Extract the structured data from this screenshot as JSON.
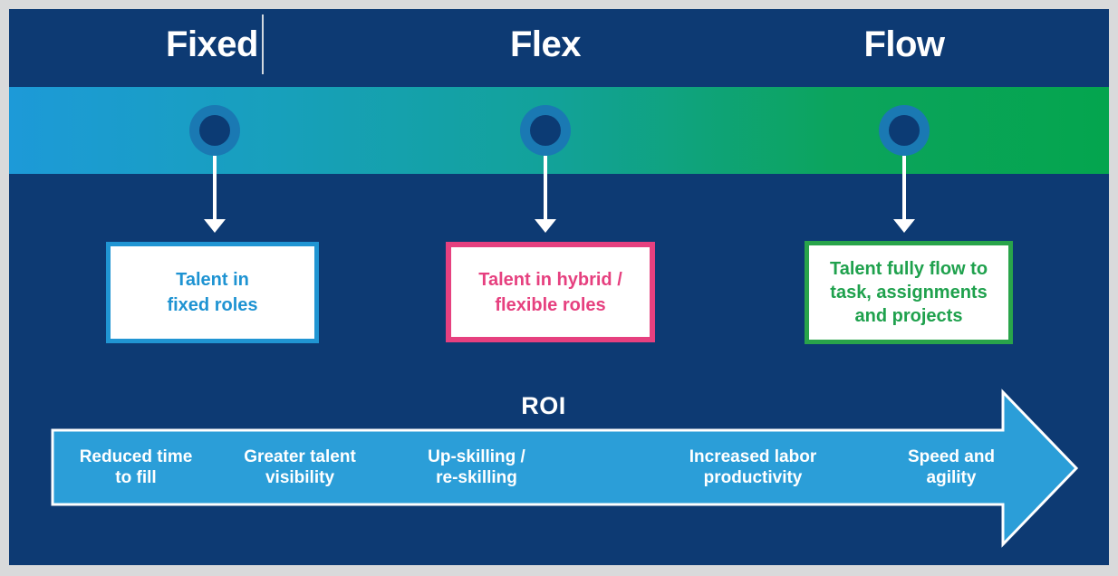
{
  "colors": {
    "background": "#d9dadb",
    "panel": "#0d3a73",
    "gradient_start": "#1d9ad8",
    "gradient_mid": "#12a298",
    "gradient_end": "#04a54e",
    "dot_ring": "#1a79b3",
    "dot_core": "#0c3b74",
    "fixed_accent": "#2095d3",
    "flex_accent": "#e6407f",
    "flow_accent": "#24a34c",
    "roi_arrow_fill": "#2b9ed8"
  },
  "stages": [
    {
      "title": "Fixed",
      "box_text": "Talent in\nfixed roles"
    },
    {
      "title": "Flex",
      "box_text": "Talent in hybrid /\nflexible roles"
    },
    {
      "title": "Flow",
      "box_text": "Talent fully flow to\ntask, assignments\nand projects"
    }
  ],
  "roi": {
    "title": "ROI",
    "labels": [
      "Reduced time\nto fill",
      "Greater talent\nvisibility",
      "Up-skilling /\nre-skilling",
      "Increased labor\nproductivity",
      "Speed and\nagility"
    ]
  }
}
